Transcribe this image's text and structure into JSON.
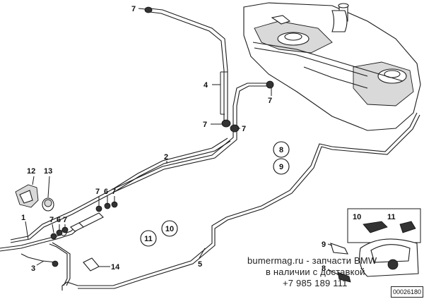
{
  "labels": {
    "p1": "1",
    "p2": "2",
    "p3": "3",
    "p4": "4",
    "p5": "5",
    "p6": "6",
    "p7": "7",
    "p8": "8",
    "p9": "9",
    "p10": "10",
    "p11": "11",
    "p12": "12",
    "p13": "13",
    "p14": "14"
  },
  "watermark": {
    "line1": "bumermag.ru - запчасти BMW",
    "line2": "в наличии с доставкой",
    "line3": "+7 985 189 111"
  },
  "diagram_code": "00026180",
  "colors": {
    "line": "#1a1a1a",
    "background": "#ffffff"
  }
}
